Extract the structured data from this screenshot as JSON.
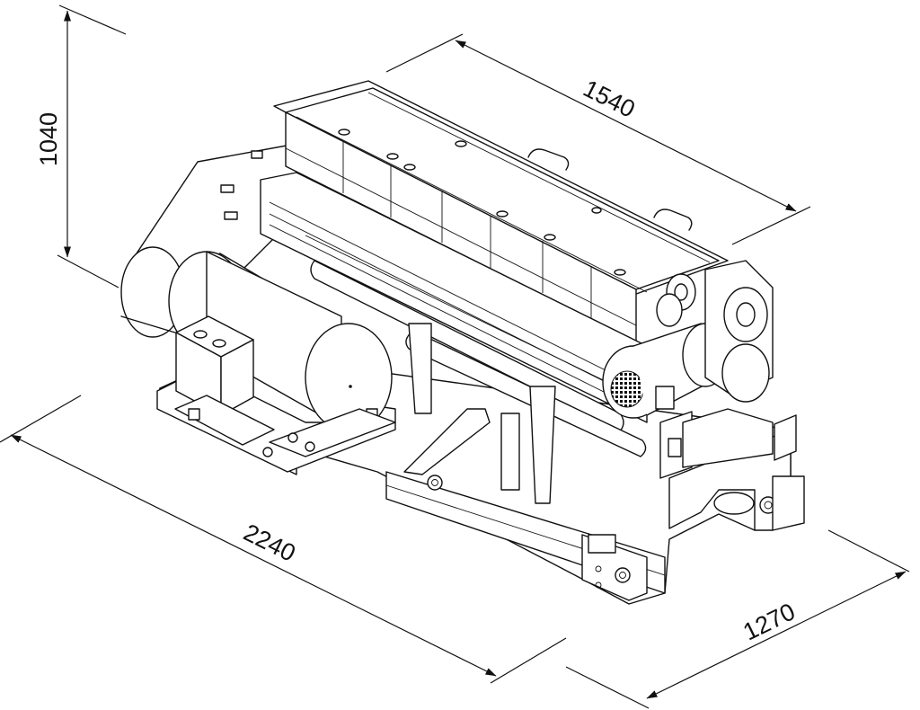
{
  "drawing": {
    "dimensions": {
      "height": "1040",
      "length": "1540",
      "overall": "2240",
      "width": "1270"
    }
  }
}
